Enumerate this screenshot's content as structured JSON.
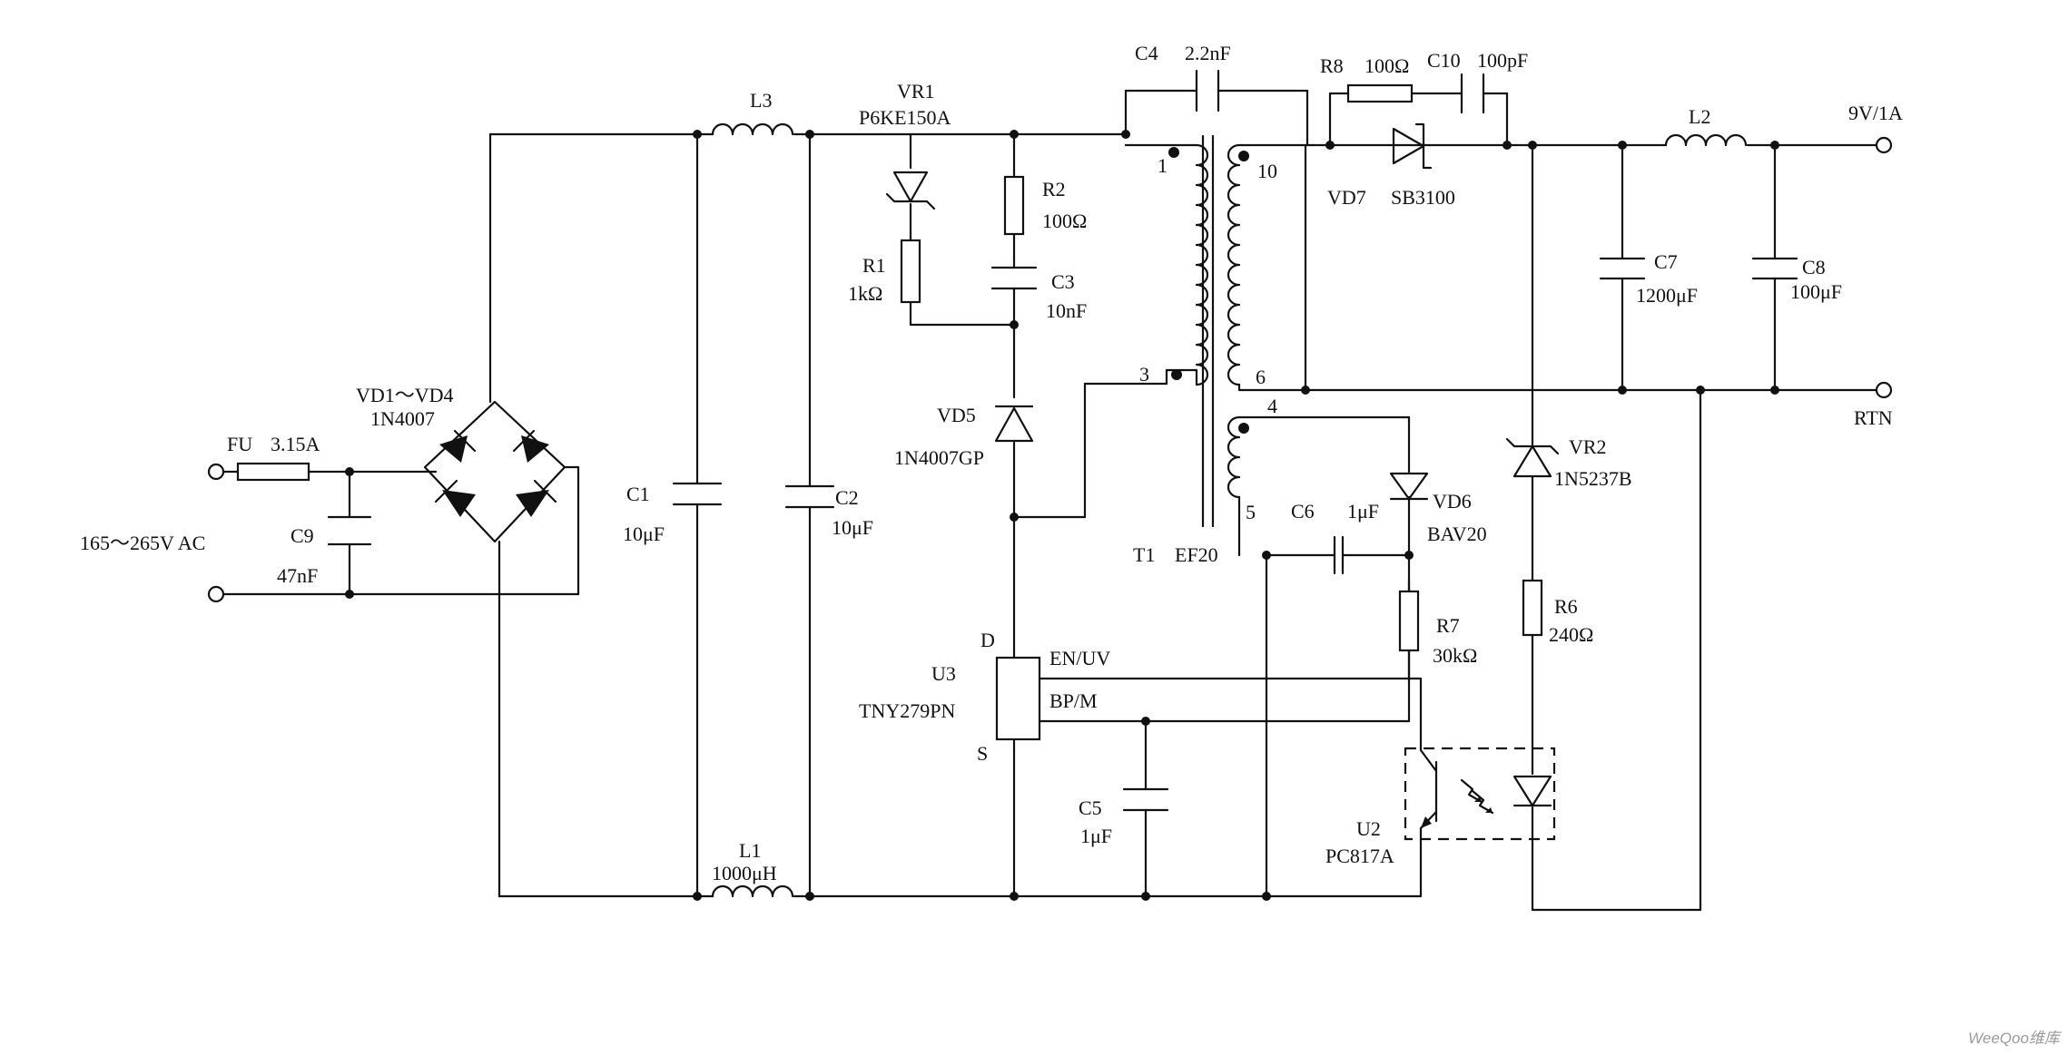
{
  "labels": {
    "input_voltage": "165～265V AC",
    "output_voltage": "9V/1A",
    "output_return": "RTN",
    "watermark": "WeeQoo维库"
  },
  "components": {
    "fu": {
      "ref": "FU",
      "value": "3.15A"
    },
    "c9": {
      "ref": "C9",
      "value": "47nF"
    },
    "vd1": {
      "ref": "VD1～VD4",
      "value": "1N4007"
    },
    "l3": {
      "ref": "L3"
    },
    "c1": {
      "ref": "C1",
      "value": "10μF"
    },
    "c2": {
      "ref": "C2",
      "value": "10μF"
    },
    "l1": {
      "ref": "L1",
      "value": "1000μH"
    },
    "vr1": {
      "ref": "VR1",
      "value": "P6KE150A"
    },
    "r1": {
      "ref": "R1",
      "value": "1kΩ"
    },
    "r2": {
      "ref": "R2",
      "value": "100Ω"
    },
    "c3": {
      "ref": "C3",
      "value": "10nF"
    },
    "vd5": {
      "ref": "VD5",
      "value": "1N4007GP"
    },
    "u3": {
      "ref": "U3",
      "value": "TNY279PN",
      "pin_d": "D",
      "pin_s": "S",
      "pin_en": "EN/UV",
      "pin_bp": "BP/M"
    },
    "c5": {
      "ref": "C5",
      "value": "1μF"
    },
    "c4": {
      "ref": "C4",
      "value": "2.2nF"
    },
    "t1": {
      "ref": "T1",
      "value": "EF20",
      "pin1": "1",
      "pin3": "3",
      "pin4": "4",
      "pin5": "5",
      "pin6": "6",
      "pin10": "10"
    },
    "r8": {
      "ref": "R8",
      "value": "100Ω"
    },
    "c10": {
      "ref": "C10",
      "value": "100pF"
    },
    "vd7": {
      "ref": "VD7",
      "value": "SB3100"
    },
    "c6": {
      "ref": "C6",
      "value": "1μF"
    },
    "vd6": {
      "ref": "VD6",
      "value": "BAV20"
    },
    "r7": {
      "ref": "R7",
      "value": "30kΩ"
    },
    "u2": {
      "ref": "U2",
      "value": "PC817A"
    },
    "l2": {
      "ref": "L2"
    },
    "c7": {
      "ref": "C7",
      "value": "1200μF"
    },
    "c8": {
      "ref": "C8",
      "value": "100μF"
    },
    "vr2": {
      "ref": "VR2",
      "value": "1N5237B"
    },
    "r6": {
      "ref": "R6",
      "value": "240Ω"
    }
  }
}
